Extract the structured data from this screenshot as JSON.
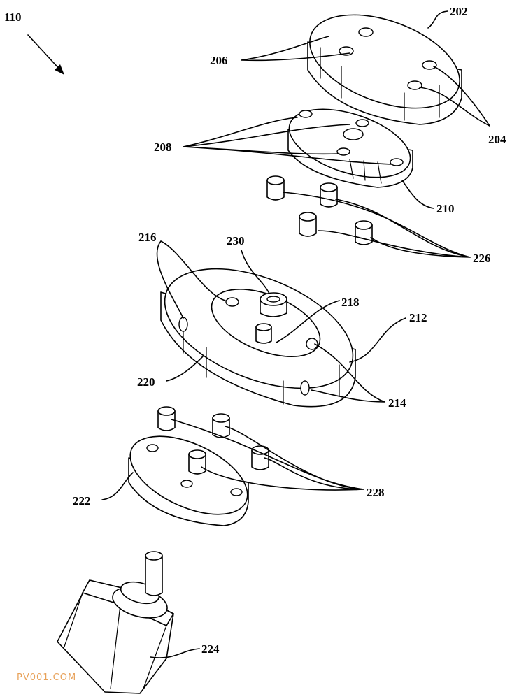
{
  "figure": {
    "figure_label": "110",
    "reference_numerals": {
      "top_disc": "202",
      "top_disc_tabs": "204",
      "top_disc_holes": "206",
      "upper_plate_holes": "208",
      "upper_plate": "210",
      "central_ring": "212",
      "ring_side_holes": "214",
      "ring_top_holes": "216",
      "ring_inner_cavity": "218",
      "ring_outer_wall": "220",
      "lower_plate": "222",
      "motor": "224",
      "upper_pins": "226",
      "lower_pins": "228",
      "ring_center_hub": "230"
    }
  },
  "watermark": "PV001.COM"
}
